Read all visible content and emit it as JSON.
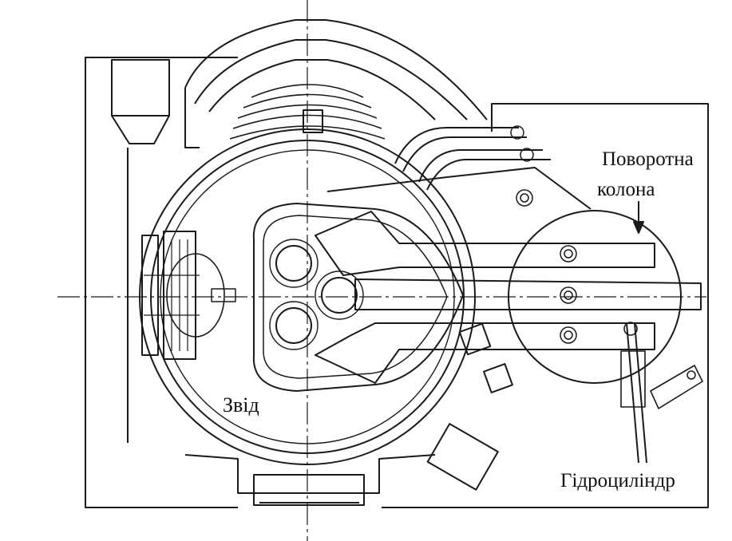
{
  "labels": {
    "swing_column_line1": "Поворотна",
    "swing_column_line2": "колона",
    "roof": "Звід",
    "hydraulic_cylinder": "Гідроциліндр"
  },
  "colors": {
    "line": "#1a1a1a",
    "background": "#ffffff"
  }
}
